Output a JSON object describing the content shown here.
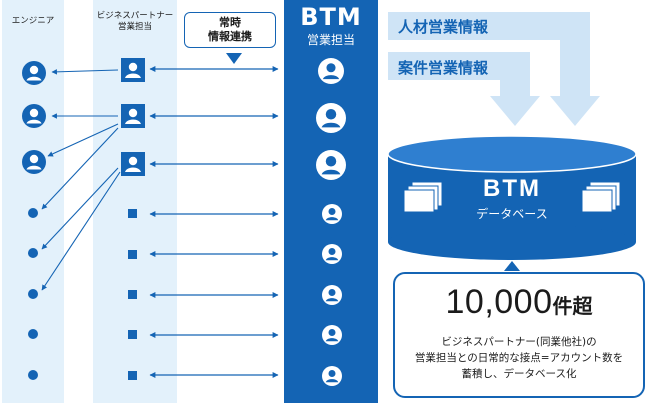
{
  "columns": {
    "engineer": "エンジニア",
    "partner_line1": "ビジネスパートナー",
    "partner_line2": "営業担当"
  },
  "callout": {
    "line1": "常時",
    "line2": "情報連携"
  },
  "btm": {
    "title": "BTM",
    "subtitle": "営業担当"
  },
  "flows": {
    "talent": "人材営業情報",
    "project": "案件営業情報"
  },
  "database": {
    "title": "BTM",
    "subtitle": "データベース"
  },
  "stat": {
    "number": "10,000",
    "unit": "件超",
    "desc_line1": "ビジネスパートナー(同業他社)の",
    "desc_line2": "営業担当との日常的な接点=アカウント数を",
    "desc_line3": "蓄積し、データベース化"
  },
  "colors": {
    "accent": "#1464b4",
    "lane_bg": "#e3f1fb",
    "flow_bg": "#cfe4f6"
  },
  "icons": {
    "person": "person-icon",
    "document": "document-icon"
  }
}
